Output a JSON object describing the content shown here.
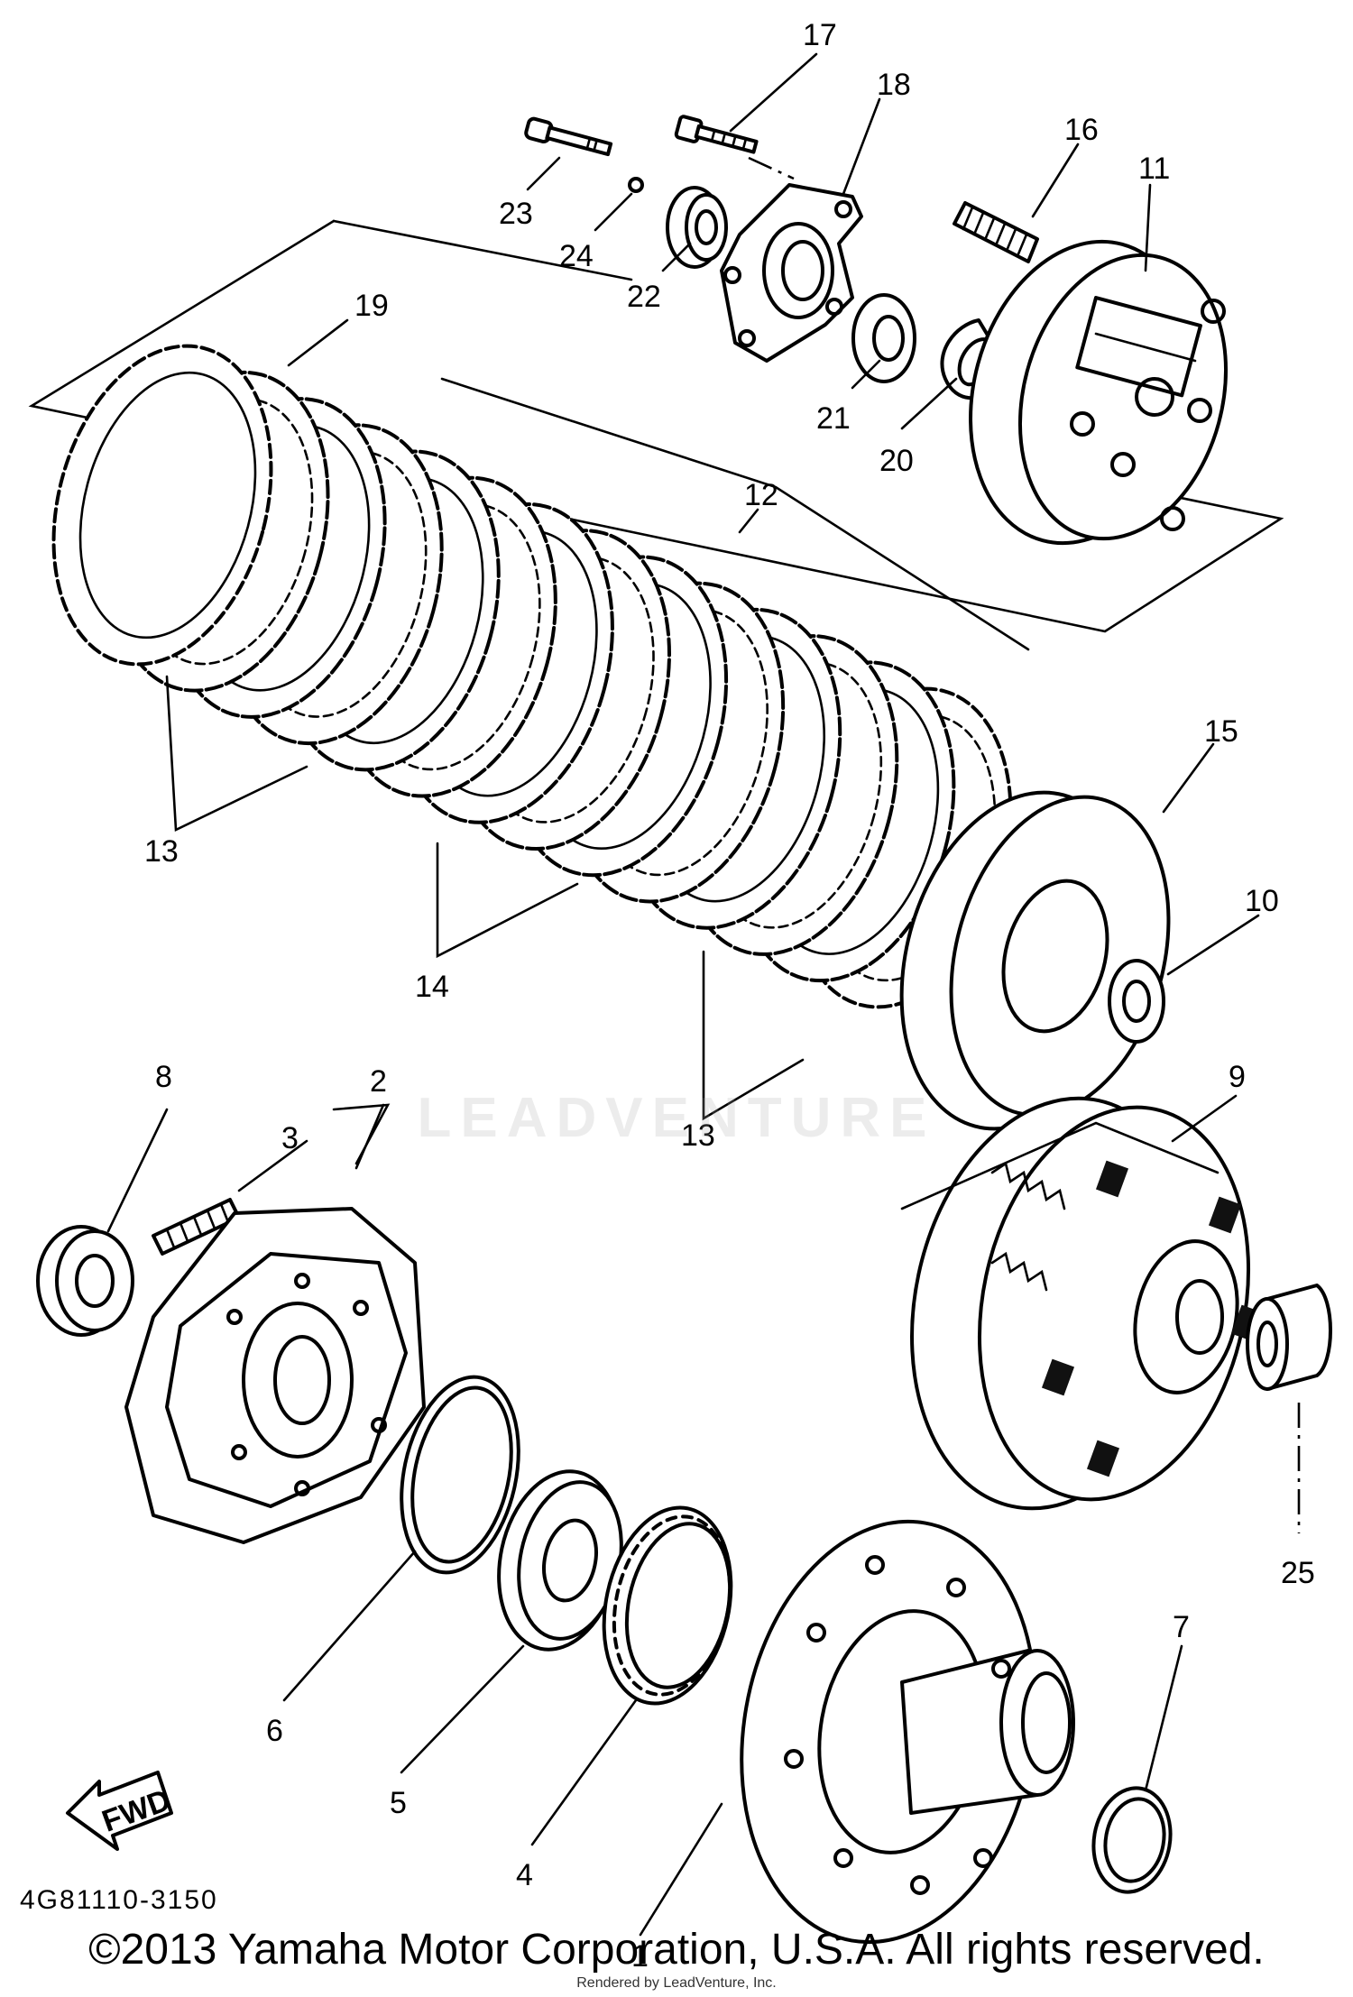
{
  "diagram": {
    "part_numbers": [
      "1",
      "2",
      "3",
      "4",
      "5",
      "6",
      "7",
      "8",
      "9",
      "10",
      "11",
      "12",
      "13",
      "14",
      "15",
      "16",
      "17",
      "18",
      "19",
      "20",
      "21",
      "22",
      "23",
      "24",
      "25"
    ],
    "callouts": {
      "c1": "1",
      "c2": "2",
      "c3": "3",
      "c4": "4",
      "c5": "5",
      "c6": "6",
      "c7": "7",
      "c8": "8",
      "c9": "9",
      "c10": "10",
      "c11": "11",
      "c12": "12",
      "c13a": "13",
      "c13b": "13",
      "c14": "14",
      "c15": "15",
      "c16": "16",
      "c17": "17",
      "c18": "18",
      "c19": "19",
      "c20": "20",
      "c21": "21",
      "c22": "22",
      "c23": "23",
      "c24": "24",
      "c25": "25"
    },
    "fwd_label": "FWD",
    "drawing_code": "4G81110-3150"
  },
  "watermark": {
    "text": "LEADVENTURE"
  },
  "footer": {
    "copyright": "©2013 Yamaha Motor Corporation, U.S.A. All rights reserved.",
    "rendered_by": "Rendered by LeadVenture, Inc."
  }
}
